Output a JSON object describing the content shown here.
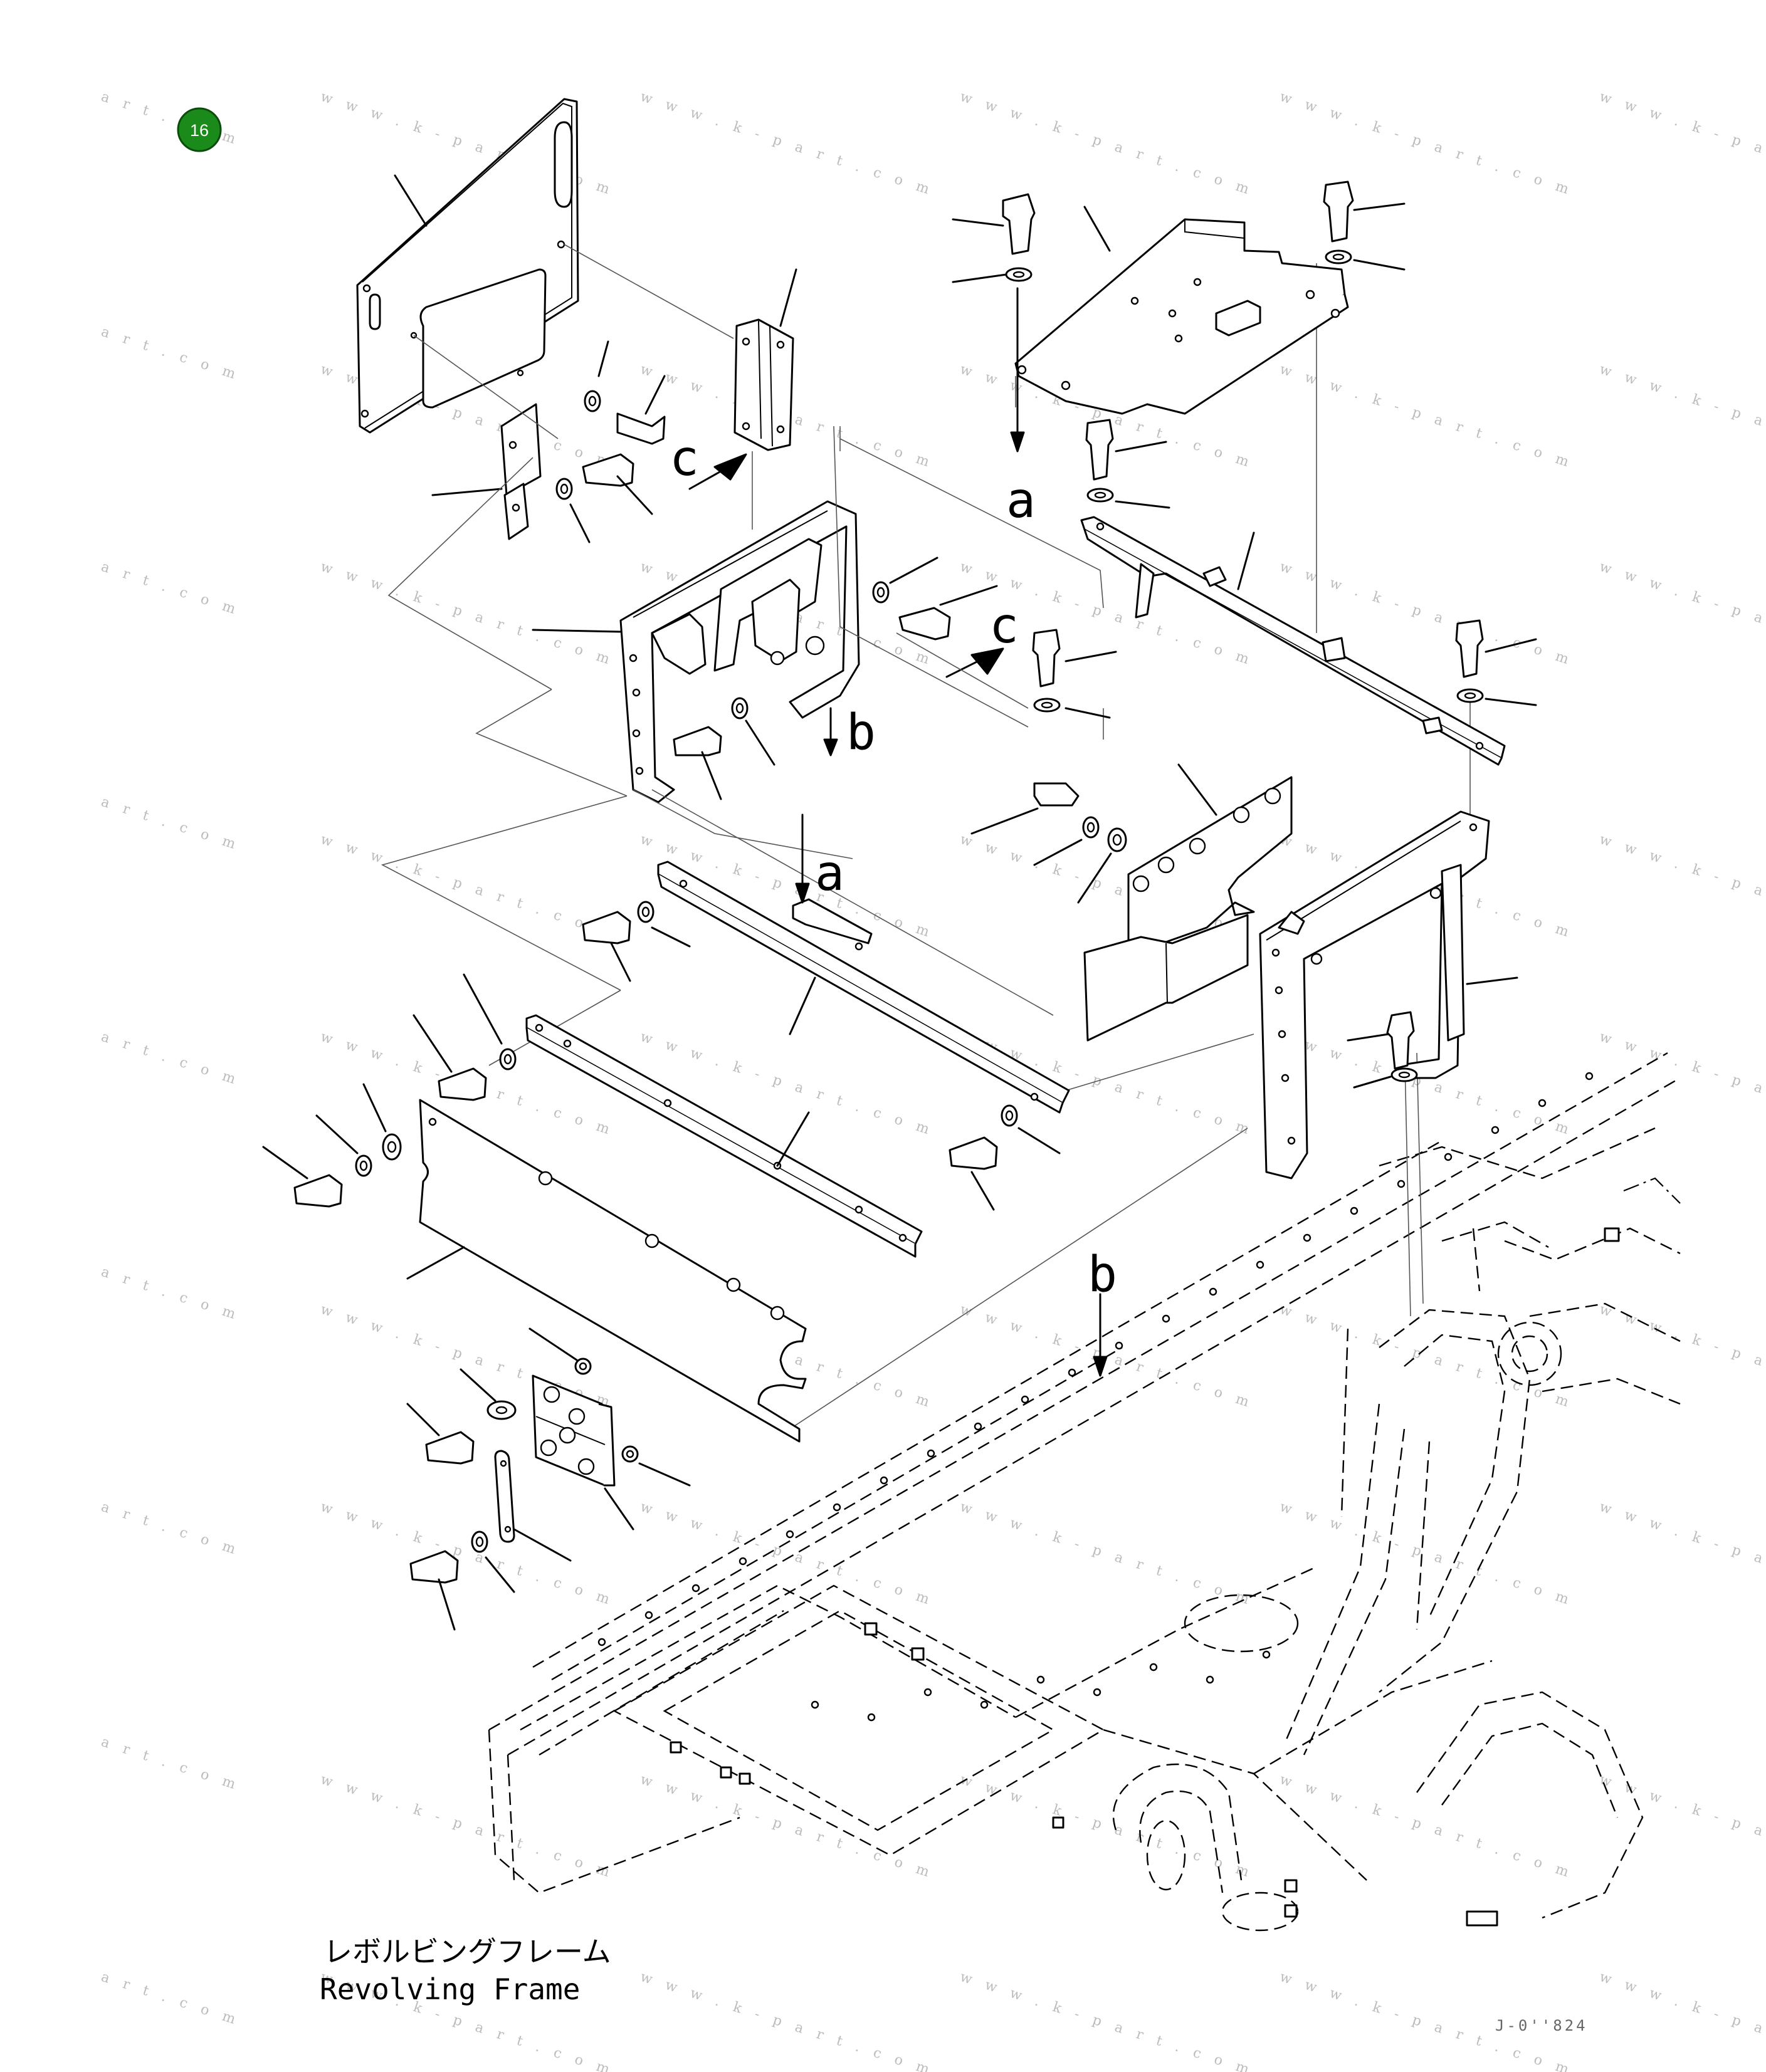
{
  "page_badge": {
    "number": "16",
    "color": "#1a8a1a"
  },
  "callouts": {
    "a": "a",
    "b": "b",
    "c": "c"
  },
  "caption": {
    "japanese": "レボルビングフレーム",
    "english": "Revolving Frame"
  },
  "drawing_code": "J-0''824",
  "watermarks": {
    "row_text": "w w w . k - p a r t . c o m",
    "edge_text": "a r t . c o m"
  },
  "colors": {
    "line": "#000000",
    "watermark": "#bcbcbc",
    "badge": "#1a8a1a"
  }
}
